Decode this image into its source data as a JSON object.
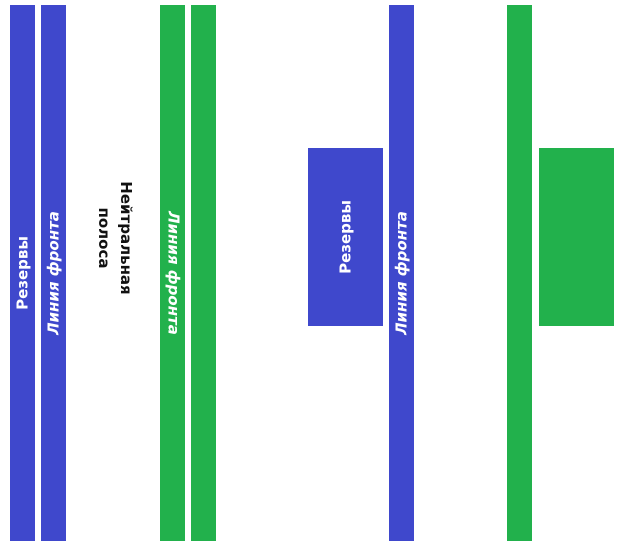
{
  "colors": {
    "blue": "#3f48cc",
    "green": "#22b14c",
    "text_white": "#ffffff",
    "text_dark": "#111111"
  },
  "labels": {
    "reserves_left": "Резервы",
    "front_line_left": "Линия фронта",
    "neutral_line1": "Нейтральная",
    "neutral_line2": "полоса",
    "front_line_green": "Линия фронта",
    "reserves_right": "Резервы",
    "front_line_right": "Линия фронта"
  }
}
